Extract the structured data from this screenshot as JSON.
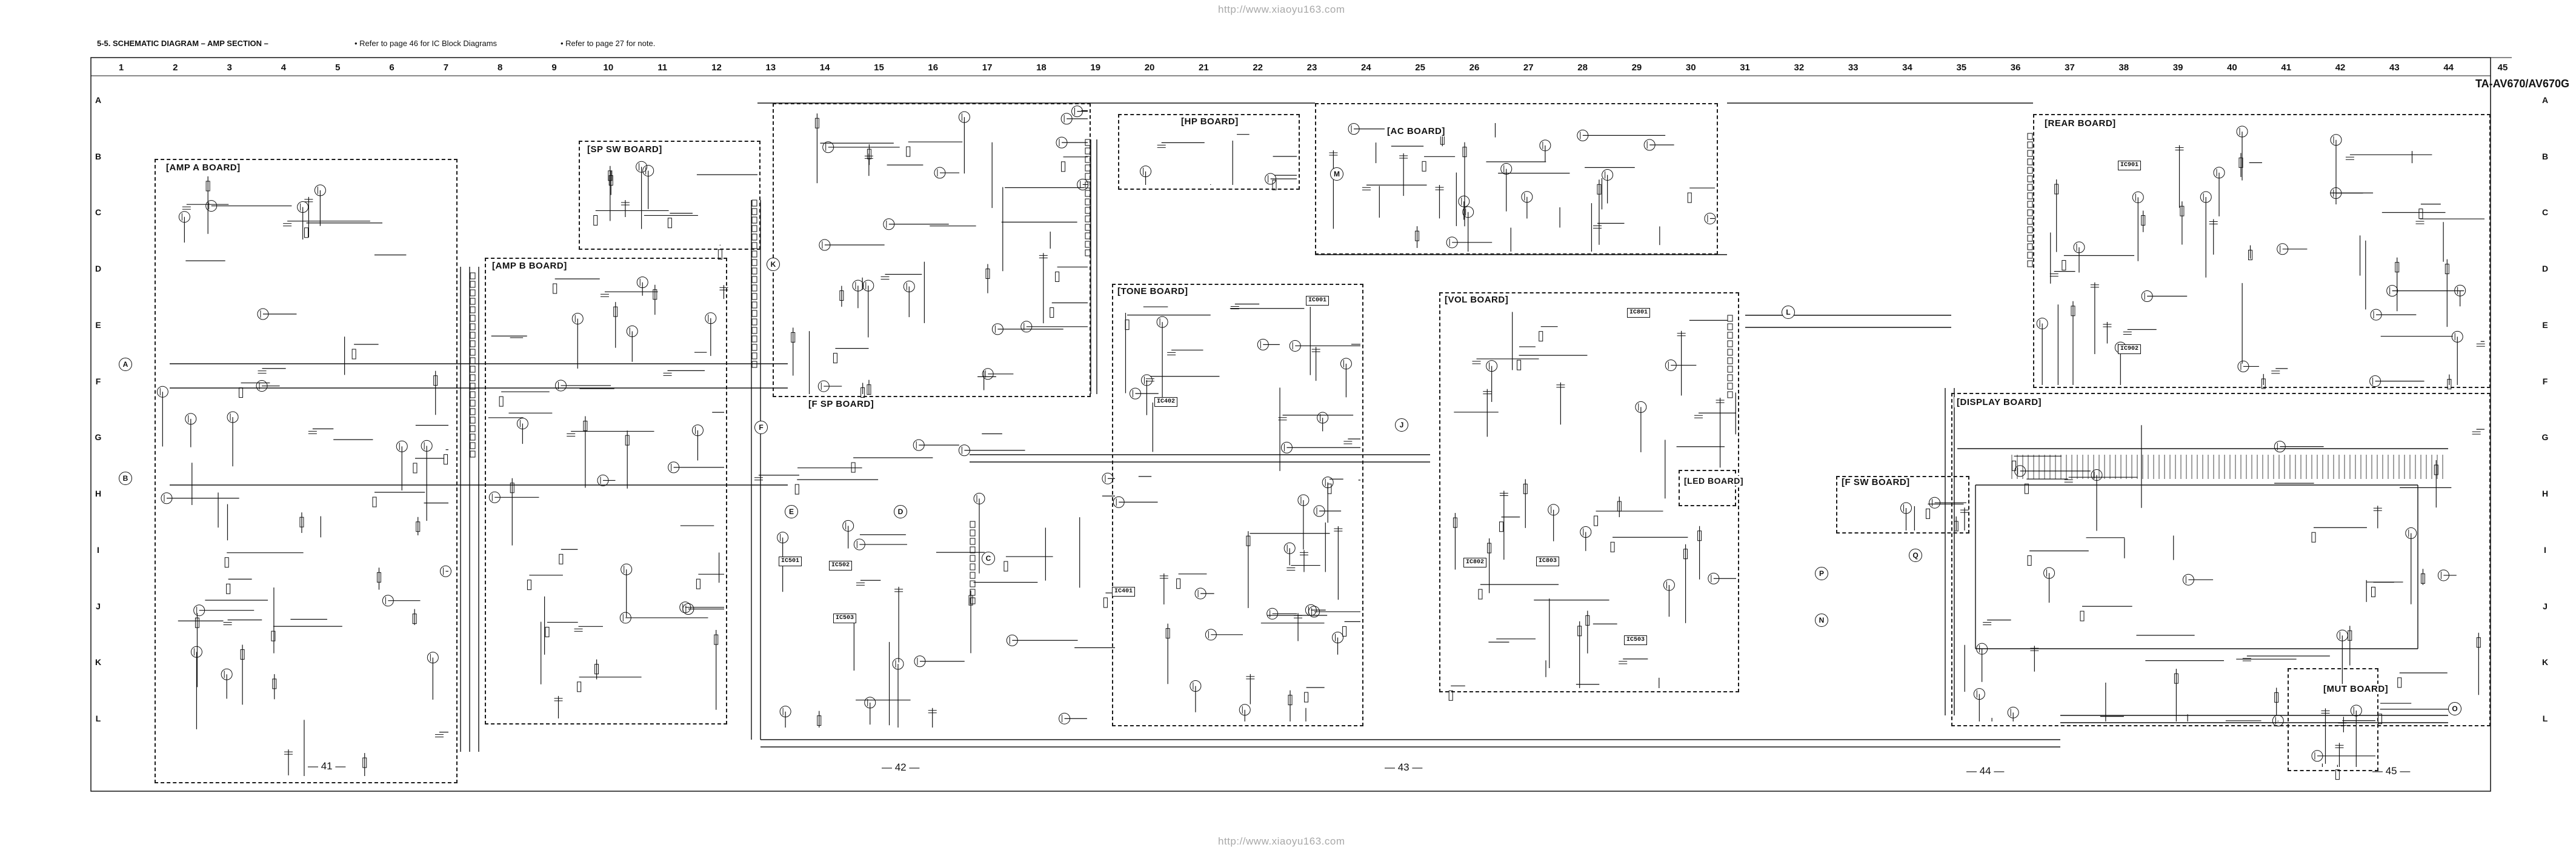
{
  "header": {
    "section_title": "5-5. SCHEMATIC DIAGRAM  – AMP SECTION –",
    "note_ic_block": "• Refer to page 46 for IC Block Diagrams",
    "note_page27": "• Refer to page 27 for note.",
    "watermark_url_top": "http://www.xiaoyu163.com",
    "watermark_url_bottom": "http://www.xiaoyu163.com",
    "model": "TA-AV670/AV670G"
  },
  "grid": {
    "columns": [
      "1",
      "2",
      "3",
      "4",
      "5",
      "6",
      "7",
      "8",
      "9",
      "10",
      "11",
      "12",
      "13",
      "14",
      "15",
      "16",
      "17",
      "18",
      "19",
      "20",
      "21",
      "22",
      "23",
      "24",
      "25",
      "26",
      "27",
      "28",
      "29",
      "30",
      "31",
      "32",
      "33",
      "34",
      "35",
      "36",
      "37",
      "38",
      "39",
      "40",
      "41",
      "42",
      "43",
      "44",
      "45"
    ],
    "rows": [
      "A",
      "B",
      "C",
      "D",
      "E",
      "F",
      "G",
      "H",
      "I",
      "J",
      "K",
      "L"
    ]
  },
  "boards": {
    "amp_a": "[AMP A BOARD]",
    "sp_sw": "[SP SW BOARD]",
    "amp_b": "[AMP B BOARD]",
    "f_sp": "[F SP BOARD]",
    "hp": "[HP BOARD]",
    "tone": "[TONE BOARD]",
    "ac": "[AC BOARD]",
    "vol": "[VOL BOARD]",
    "led": "[LED BOARD]",
    "rear": "[REAR BOARD]",
    "display": "[DISPLAY BOARD]",
    "f_sw": "[F SW BOARD]",
    "mut": "[MUT BOARD]"
  },
  "ics": {
    "ic1": "IC001",
    "ic2": "IC402",
    "ic3": "IC401",
    "ic4": "IC501",
    "ic5": "IC502",
    "ic6": "IC503",
    "ic7": "IC801",
    "ic8": "IC802",
    "ic9": "IC803",
    "ic10": "IC901",
    "ic11": "IC902",
    "ic12": "IC503"
  },
  "connectors": {
    "a": "A",
    "b": "B",
    "c": "C",
    "d": "D",
    "e": "E",
    "f": "F",
    "j": "J",
    "k": "K",
    "l": "L",
    "m": "M",
    "n": "N",
    "o": "O",
    "p": "P",
    "q": "Q"
  },
  "page_numbers": {
    "p41": "— 41 —",
    "p42": "— 42 —",
    "p43": "— 43 —",
    "p44": "— 44 —",
    "p45": "— 45 —"
  },
  "colors": {
    "ink": "#111111",
    "watermark": "#a8a8a8",
    "paper": "#ffffff"
  }
}
